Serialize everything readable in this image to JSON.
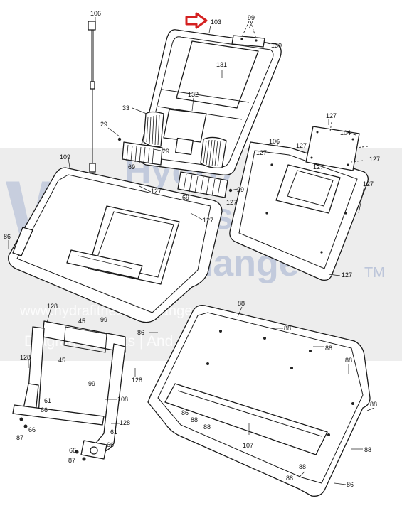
{
  "diagram": {
    "callouts": [
      {
        "id": "c106a",
        "text": "106"
      },
      {
        "id": "c103",
        "text": "103"
      },
      {
        "id": "c99a",
        "text": "99"
      },
      {
        "id": "c130",
        "text": "130"
      },
      {
        "id": "c131",
        "text": "131"
      },
      {
        "id": "c132",
        "text": "132"
      },
      {
        "id": "c33",
        "text": "33"
      },
      {
        "id": "c29a",
        "text": "29"
      },
      {
        "id": "c29b",
        "text": "29"
      },
      {
        "id": "c29c",
        "text": "29"
      },
      {
        "id": "c69a",
        "text": "69"
      },
      {
        "id": "c69b",
        "text": "69"
      },
      {
        "id": "c127a",
        "text": "127"
      },
      {
        "id": "c127b",
        "text": "127"
      },
      {
        "id": "c127c",
        "text": "127"
      },
      {
        "id": "c127d",
        "text": "127"
      },
      {
        "id": "c127e",
        "text": "127"
      },
      {
        "id": "c127f",
        "text": "127"
      },
      {
        "id": "c127g",
        "text": "127"
      },
      {
        "id": "c127h",
        "text": "127"
      },
      {
        "id": "c127i",
        "text": "127"
      },
      {
        "id": "c127j",
        "text": "127"
      },
      {
        "id": "c104",
        "text": "104"
      },
      {
        "id": "c106b",
        "text": "106"
      },
      {
        "id": "c109",
        "text": "109"
      },
      {
        "id": "c86a",
        "text": "86"
      },
      {
        "id": "c86b",
        "text": "86"
      },
      {
        "id": "c86c",
        "text": "86"
      },
      {
        "id": "c86d",
        "text": "86"
      },
      {
        "id": "c128a",
        "text": "128"
      },
      {
        "id": "c128b",
        "text": "128"
      },
      {
        "id": "c128c",
        "text": "128"
      },
      {
        "id": "c128d",
        "text": "128"
      },
      {
        "id": "c45a",
        "text": "45"
      },
      {
        "id": "c45b",
        "text": "45"
      },
      {
        "id": "c99b",
        "text": "99"
      },
      {
        "id": "c99c",
        "text": "99"
      },
      {
        "id": "c61a",
        "text": "61"
      },
      {
        "id": "c61b",
        "text": "61"
      },
      {
        "id": "c66a",
        "text": "66"
      },
      {
        "id": "c66b",
        "text": "66"
      },
      {
        "id": "c66c",
        "text": "66"
      },
      {
        "id": "c66d",
        "text": "66"
      },
      {
        "id": "c87a",
        "text": "87"
      },
      {
        "id": "c87b",
        "text": "87"
      },
      {
        "id": "c108",
        "text": "108"
      },
      {
        "id": "c107",
        "text": "107"
      },
      {
        "id": "c88a",
        "text": "88"
      },
      {
        "id": "c88b",
        "text": "88"
      },
      {
        "id": "c88c",
        "text": "88"
      },
      {
        "id": "c88d",
        "text": "88"
      },
      {
        "id": "c88e",
        "text": "88"
      },
      {
        "id": "c88f",
        "text": "88"
      },
      {
        "id": "c88g",
        "text": "88"
      },
      {
        "id": "c88h",
        "text": "88"
      },
      {
        "id": "c88i",
        "text": "88"
      },
      {
        "id": "c88j",
        "text": "88"
      }
    ],
    "highlight_color": "#d42020"
  },
  "watermark": {
    "logo_mark": "W",
    "line1": "Hydro",
    "line2": "Fitness",
    "line3": "Exchange",
    "tm": "TM",
    "url": "www.hydrafitnessexchange.com",
    "tagline": "Diagrams | Parts | And More"
  }
}
